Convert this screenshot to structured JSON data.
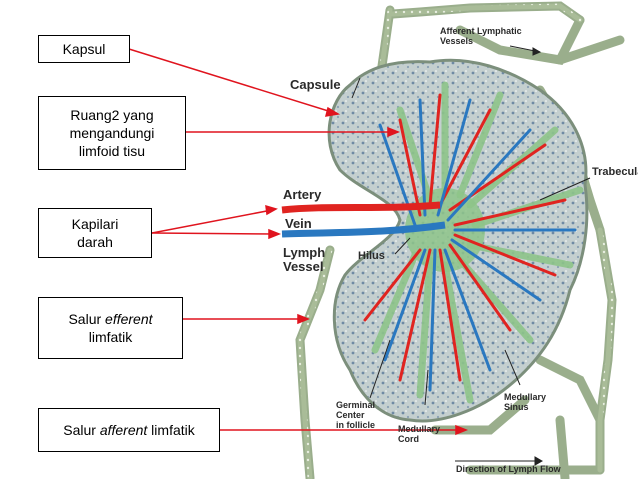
{
  "callouts": {
    "kapsul": "Kapsul",
    "ruang": [
      "Ruang2 yang",
      "mengandungi",
      "limfoid tisu"
    ],
    "kapilari": [
      "Kapilari",
      "darah"
    ],
    "efferent": {
      "prefix": "Salur ",
      "em": "efferent",
      "line2": "limfatik"
    },
    "afferent": {
      "prefix": "Salur ",
      "em": "afferent",
      "suffix": " limfatik"
    }
  },
  "figure_labels": {
    "afferent_lymphatic_vessels": [
      "Afferent Lymphatic",
      "Vessels"
    ],
    "capsule": "Capsule",
    "trabecula": "Trabecula",
    "artery": "Artery",
    "vein": "Vein",
    "lymph_vessel": [
      "Lymph",
      "Vessel"
    ],
    "hilus": "Hilus",
    "germinal_center": [
      "Germinal",
      "Center",
      "in follicle"
    ],
    "medullary_cord": [
      "Medullary",
      "Cord"
    ],
    "medullary_sinus": [
      "Medullary",
      "Sinus"
    ],
    "direction": "Direction of Lymph Flow"
  },
  "colors": {
    "pointer": "#e0141e",
    "artery": "#e02420",
    "vein": "#2a78c0",
    "tissue": "#b8c6c6",
    "green": "#8ec48a"
  }
}
